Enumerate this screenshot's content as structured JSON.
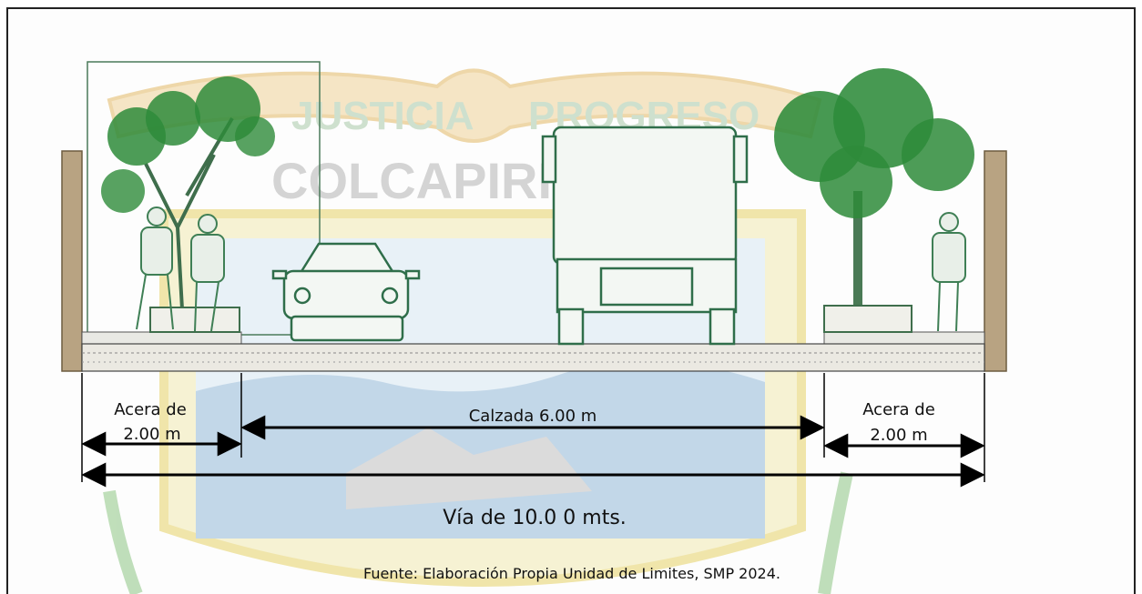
{
  "watermark": {
    "banner_left": "JUSTICIA",
    "banner_right": "PROGRESO",
    "name": "COLCAPIRHUA"
  },
  "section": {
    "left_sidewalk_label": "Acera de",
    "left_sidewalk_value": "2.00  m",
    "roadway_label": "Calzada  6.00  m",
    "right_sidewalk_label": "Acera de",
    "right_sidewalk_value": "2.00  m",
    "total_width_label": "Vía de 10.0 0 mts."
  },
  "caption": "Fuente: Elaboración Propia Unidad de Limites, SMP 2024.",
  "colors": {
    "tree_green": "#2e8b3a",
    "figure_green": "#3f7f55",
    "vehicle_green": "#2f6e4a",
    "curb_brown": "#b8a382",
    "watermark_yellow": "#f3ecc0",
    "watermark_blue": "#cfe3f0",
    "watermark_gray": "#c8c8c8"
  },
  "icons": [
    "tree-icon",
    "pedestrian-icon",
    "car-icon",
    "bus-icon",
    "arrow-icon"
  ]
}
